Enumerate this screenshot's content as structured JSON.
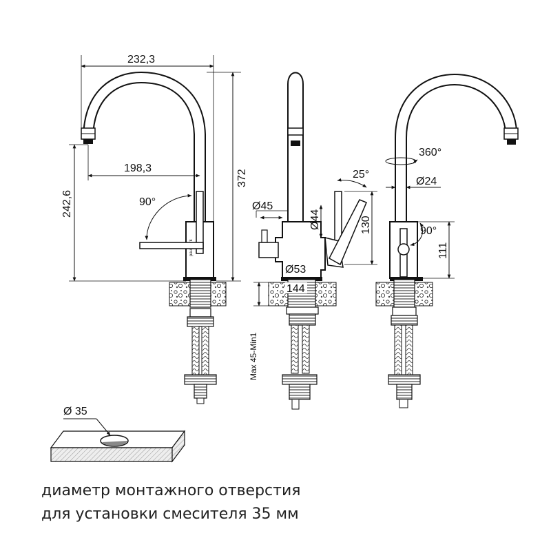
{
  "dimensions": {
    "total_width": "232,3",
    "spout_reach": "198,3",
    "total_height": "372",
    "spout_height": "242,6",
    "lever_angle_side": "90°",
    "diameter_body": "Ø45",
    "diameter_lever_base": "Ø44",
    "lever_tilt": "25°",
    "lever_height": "130",
    "diameter_base": "Ø53",
    "base_width": "144",
    "countertop_thickness": "Max 45-Min1",
    "swivel_angle": "360°",
    "spout_diameter": "Ø24",
    "lever_angle_back": "90°",
    "body_height": "111",
    "hole_diameter": "Ø 35"
  },
  "brand": "paulmark",
  "caption": {
    "line1": "диаметр монтажного отверстия",
    "line2": "для установки смесителя 35 мм"
  }
}
